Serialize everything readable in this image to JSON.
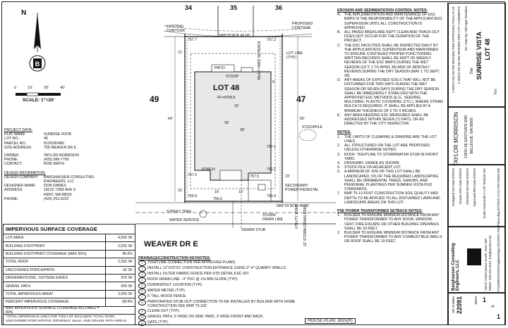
{
  "north_label": "N",
  "scale": {
    "ticks": [
      "0",
      "10'",
      "20'",
      "40'"
    ],
    "label": "SCALE: 1\"=20'"
  },
  "project_data": {
    "heading": "PROJECT DATA:",
    "rows": [
      [
        "PLAT NAME:",
        "SUNRISE VISTA"
      ],
      [
        "LOT NO.:",
        "48"
      ],
      [
        "PARCEL NO.:",
        "8125290480"
      ],
      [
        "SITE ADDRESS:",
        "755 WEAVER DR E"
      ]
    ],
    "rows2": [
      [
        "OWNER:",
        "TAYLOR MORRISON"
      ],
      [
        "PHONE:",
        "(425) 586-7700"
      ],
      [
        "CONTACT:",
        "RON SMITH"
      ]
    ]
  },
  "design_info": {
    "heading": "DESIGN INFORMATION:",
    "rows": [
      [
        "DESIGN COMPANY:",
        "BARGHAUSEN CONSULTING"
      ],
      [
        "",
        "ENGINEERS, LLC"
      ],
      [
        "DESIGNER NAME:",
        "DON DAWES"
      ],
      [
        "ADDRESS:",
        "18215 72ND AVE S"
      ],
      [
        "",
        "KENT, WA 98032"
      ],
      [
        "PHONE:",
        "(425) 251-6222"
      ]
    ]
  },
  "impervious": {
    "title": "IMPERVIOUS SURFACE COVERAGE",
    "rows": [
      [
        "LOT AREA",
        "4,500 SF"
      ],
      [
        "BUILDING FOOTPRINT",
        "2,025 SF"
      ],
      [
        "BUILDING FOOTPRINT COVERAGE (MAX 50%)",
        "45.0%"
      ],
      [
        "TOTAL ROOF",
        "2,332 SF"
      ],
      [
        "UNCOVERED PORCH/PATIO",
        "92 SF"
      ],
      [
        "DRIVEWAY/CONC. OUTSIDE EAVES",
        "376 SF"
      ],
      [
        "GRAVEL PATH",
        "259 SF"
      ],
      [
        "TOTAL IMPERVIOUS AREA*:",
        "3,059 SF"
      ],
      [
        "PERCENT IMPERVIOUS COVERAGE:",
        "68.0%"
      ]
    ],
    "max_note": "MAX IMPERVIOUS SURFACE COVERAGE ALLOWED = 80%",
    "footnote": "*TOTAL IMPERVIOUS AREA FOR THIS LOT INCLUDES: TOTAL ROOF, UNCOVERED PORCH/PATIO, DRIVEWAY, WALK, AND GRAVEL PATH AREAS."
  },
  "plan": {
    "lot_numbers": [
      "34",
      "35",
      "36"
    ],
    "lot_left": "49",
    "lot_right": "47",
    "lot_label": "LOT 48",
    "ff": "FF=4758.8",
    "street": "WEAVER DR E",
    "labels": {
      "existing_contour": "EXISTING CONTOUR",
      "proposed_contour": "PROPOSED CONTOUR",
      "lot_line": "LOT LINE (TYP.)",
      "stockpile": "STOCKPILE",
      "secondary_pedestal": "SECONDARY POWER PEDESTAL",
      "street_tree": "STREET TREE",
      "water_service": "WATER SERVICE",
      "storm_drain": "STORM DRAIN LINE",
      "sewer_stub": "SEWER STUB",
      "porch": "PORCH",
      "patio": "PATIO",
      "stoop": "STOOP",
      "rear_yard": "REAR YARD SETBACK",
      "utility": "UTILITY ESMT",
      "row": "12' STORM DRAIN ESMT"
    },
    "dims": {
      "top_bearing": "S89°25'36\"E 45.00'",
      "bot_bearing": "N89°25'36\"W 45.00'",
      "d21": "21'",
      "d64": "64'",
      "d56": "56'",
      "d38": "38'",
      "d35": "35'",
      "d25": "25'",
      "d15": "15'",
      "d23": "23'",
      "d12": "12'",
      "d16": "16'",
      "d5": "5'"
    },
    "spots": [
      "757.7",
      "757.2",
      "757.0",
      "756.8",
      "756.4",
      "757.5",
      "757.1",
      "756.6",
      "756.2"
    ]
  },
  "keynotes": {
    "heading": "DRAINAGE/CONSTRUCTION KEYNOTES:",
    "items": [
      [
        "1",
        "TIGHTLINE CONNECTION PER APPROVED PLANS."
      ],
      [
        "2",
        "INSTALL 12\"X20\"X1' CONSTRUCTION ENTRANCE USING 2\"-4\" QUARRY SPALLS."
      ],
      [
        "3",
        "INSTALL FILTER FABRIC FENCE PER STD DETAIL ESC 007"
      ],
      [
        "4",
        "ROOF DRAIN LINE - 4\" PVC @ 1% MIN SLOPE (TYP)."
      ],
      [
        "5",
        "DOWNSPOUT LOCATION (TYP)."
      ],
      [
        "6",
        "WATER METER (TYP)."
      ],
      [
        "7",
        "6' TALL WOOD FENCE."
      ],
      [
        "8",
        "PERFORATED STUB-OUT CONNECTION TO BE INSTALLED BY BUILDER WITH HOME CONSTRUCTION SEE BMP T5.10C"
      ],
      [
        "9",
        "CLEAN OUT (TYP)."
      ],
      [
        "10",
        "GRAVEL PATH, 5' WIDE ON SIDE YARD, 3' WIDE FRONT AND BACK."
      ],
      [
        "11",
        "GATE (TYP)."
      ]
    ]
  },
  "esc_notes": {
    "heading": "EROSION AND SEDIMENTATION CONTROL NOTES:",
    "items": [
      [
        "A.",
        "THE IMPLEMENTATION AND MAINTENANCE OF ESC BMPS IS THE RESPONSIBILITY OF THE APPLICANT/ESC SUPERVISOR UNTIL ALL CONSTRUCTION IS APPROVED."
      ],
      [
        "B.",
        "ALL PAVED AREAS ARE KEPT CLEAN AND TRACK-OUT DOES NOT OCCUR FOR THE DURATION OF THE PROJECT."
      ],
      [
        "C.",
        "THE ESC FACILITIES SHALL BE INSPECTED DAILY BY THE APPLICANT/ESC SUPERVISOR AND MAINTAINED TO ENSURE CONTINUED PROPER FUNCTIONING. WRITTEN RECORDS SHALL BE KEPT OF WEEKLY REVIEWS OF THE ESC BMPS DURING THE WET SEASON (OCT. 1 TO APRIL 30) AND OF MONTHLY REVIEWS DURING THE DRY SEASON (MAY 1 TO SEPT. 30)."
      ],
      [
        "D.",
        "ANY AREAS OF EXPOSED SOILS THAT WILL NOT BE DISTURBED FOR TWO DAYS DURING THE WET SEASON OR SEVEN DAYS DURING THE DRY SEASON SHALL BE IMMEDIATELY STABILIZED WITH THE APPROVED ESC METHODS (E.G., SEEDING, MULCHING, PLASTIC COVERING, ETC.). WHERE STRAW MULCH IS REQUIRED, IT SHALL BE APPLIED AT A MINIMUM THICKNESS OF 2 TO 3 INCHES."
      ],
      [
        "E.",
        "ANY AREA NEEDING ESC MEASURES SHALL BE ADDRESSED WITHIN SEVEN (7) DAYS, OR AS DIRECTED BY THE CITY INSPECTOR."
      ]
    ]
  },
  "notes": {
    "heading": "NOTES:",
    "items": [
      [
        "1.",
        "THE LIMITS OF CLEARING & GRADING ARE THE LOT LINES."
      ],
      [
        "2.",
        "ALL STRUCTURES ON THE LOT ARE PROPOSED UNLESS OTHERWISE NOTED."
      ],
      [
        "3.",
        "ROOF: TIGHTLINE TO STORMWATER STUB IN FRONT YARD."
      ],
      [
        "4.",
        "DRIVEWAY: GRADE AS SHOWN."
      ],
      [
        "5.",
        "STOCK PILE ON ADJACENT LOT."
      ],
      [
        "6.",
        "A MINIMUM OF 20% OF THIS LOT SHALL BE LANDSCAPED, 5% OF THE REQUIRED LANDSCAPING SHALL BE ORNAMENTAL TREES, SHRUBS, AND PERENNIAL PLANTINGS PER SUMNER VISTA PUD STANDARDS."
      ],
      [
        "7.",
        "BMP T5.13 POST CONSTRUCTION SOIL QUALITY AND DEPTH TO BE APPLIED TO ALL DISTURBED LAWN AND LANDSCAPE AREAS ON THIS LOT."
      ]
    ]
  },
  "pse_notes": {
    "heading": "PSE POWER TRANSFORMER SETBACK NOTES:",
    "items": [
      [
        "1.",
        "BUILDER TO ENSURE MINIMUM DISTANCE FROM ANY POWER TRANSFORMER TO ANY DOOR, WINDOW, VENT, FIRE ESCAPE OR OTHER BUILDING OPENINGS SHALL BE 10-FEET."
      ],
      [
        "2.",
        "BUILDER TO ENSURE MINIMUM DISTANCE FROM ANY POWER TRANSFORMER TO ANY COMBUSTIBLE WALLS OR ROOF SHALL BE 10-FEET."
      ]
    ]
  },
  "house_plan": {
    "label": "HOUSE PLAN:",
    "value": "3815(R)"
  },
  "title_block": {
    "title_label": "Title:",
    "project": "SUNRISE VISTA",
    "lot": "LOT 48",
    "for_label": "For:",
    "client": "TAYLOR MORRISON",
    "address1": "13810 SE EASTGATE WAY",
    "address2": "BELLEVUE, WA 98005",
    "company": "Barghausen Consulting Engineers, LLC",
    "company_addr": "18215 72nd Avenue South, Kent, WA 98032, 425.251.6222, barghausen.com",
    "job_label": "Job Number",
    "job": "22091",
    "sheet_label": "Sheet",
    "sheet": "1",
    "of": "of",
    "sheets": "1",
    "file_path": "P:\\22000s\\22091\\engineering\\Lots\\22091-Plot Plans.dwg  9/7/2023 12:22 PM  ADEHLER",
    "rev_cols": [
      "No.",
      "Date",
      "By",
      "Ckd",
      "Appr",
      "Revision"
    ],
    "revs": [
      [
        "1",
        "9/5/23",
        "DD",
        "KB",
        "RM",
        "REVISED PER APPROVED FINAL PLAT"
      ],
      [
        "2",
        "9/6/23",
        "DD",
        "KB",
        "RM",
        "REVISED PER CITY COMMENTS"
      ]
    ],
    "designed": [
      "Designed",
      "DD",
      "Date",
      "8/29/23"
    ],
    "drawn": [
      "Drawn",
      "ARD",
      "Date",
      "8/29/23"
    ],
    "checked": [
      "Checked",
      "KB",
      "Date",
      "8/29/23"
    ],
    "approved": [
      "Approved",
      "RM",
      "Date",
      "8/29/23"
    ],
    "scale": [
      "Scale",
      "Horizontal",
      "1\"=20'",
      "Vertical",
      "N/A"
    ]
  }
}
